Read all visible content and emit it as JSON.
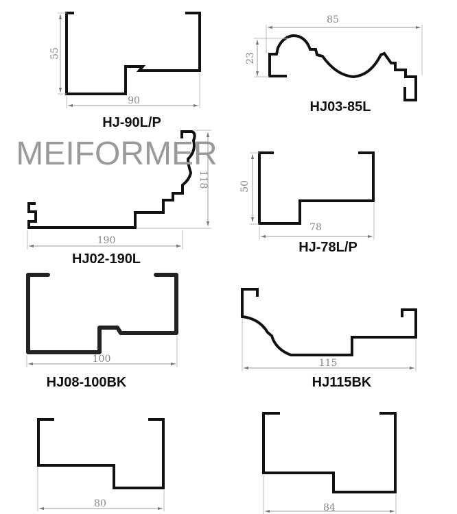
{
  "profiles": [
    {
      "label": "HJ-90L/P",
      "width": "90",
      "height": "55"
    },
    {
      "label": "HJ03-85L",
      "width": "85",
      "height": "23"
    },
    {
      "label": "HJ02-190L",
      "width": "190",
      "height": "118"
    },
    {
      "label": "HJ-78L/P",
      "width": "78",
      "height": "50"
    },
    {
      "label": "HJ08-100BK",
      "width": "100"
    },
    {
      "label": "HJ115BK",
      "width": "115"
    },
    {
      "width": "80"
    },
    {
      "width": "84"
    }
  ],
  "watermark": "MEIFORMER"
}
